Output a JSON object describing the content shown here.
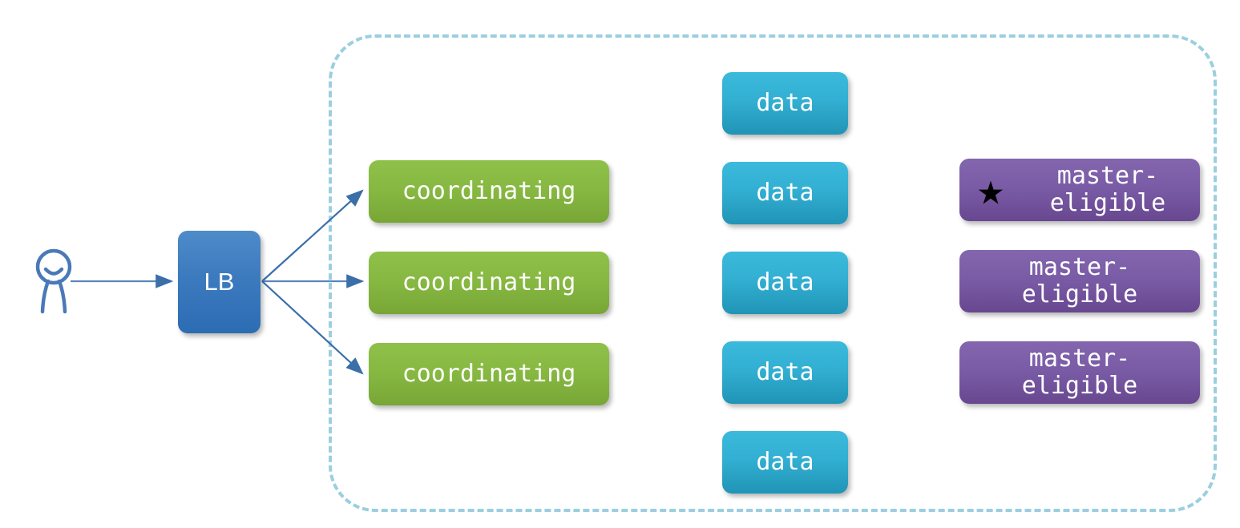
{
  "diagram": {
    "title": "Elasticsearch cluster node roles topology",
    "colors": {
      "cluster_border": "#9BCFDF",
      "coordinating": "#87B942",
      "data": "#32AFD2",
      "master_eligible": "#7A5CA6",
      "load_balancer": "#3E7CC0",
      "connector": "#3A6FA8",
      "client": "#4A79B8",
      "elected_star": "#000000"
    }
  },
  "client": {
    "icon": "user-stick-figure-icon",
    "label": ""
  },
  "load_balancer": {
    "label": "LB",
    "icon": "load-balancer-box"
  },
  "cluster": {
    "label": "",
    "border_style": "dash-dot"
  },
  "connectors": [
    {
      "from": "client",
      "to": "load-balancer",
      "style": "arrow"
    },
    {
      "from": "load-balancer",
      "to": "coordinating-node-1",
      "style": "arrow"
    },
    {
      "from": "load-balancer",
      "to": "coordinating-node-2",
      "style": "arrow"
    },
    {
      "from": "load-balancer",
      "to": "coordinating-node-3",
      "style": "arrow"
    }
  ],
  "columns": {
    "coordinating": {
      "role": "coordinating",
      "nodes": [
        {
          "label": "coordinating",
          "elected": false
        },
        {
          "label": "coordinating",
          "elected": false
        },
        {
          "label": "coordinating",
          "elected": false
        }
      ]
    },
    "data": {
      "role": "data",
      "nodes": [
        {
          "label": "data",
          "elected": false
        },
        {
          "label": "data",
          "elected": false
        },
        {
          "label": "data",
          "elected": false
        },
        {
          "label": "data",
          "elected": false
        }
      ]
    },
    "master_eligible": {
      "role": "master-eligible",
      "nodes": [
        {
          "label": "master-\neligible",
          "elected": true,
          "star": "★"
        },
        {
          "label": "master-\neligible",
          "elected": false,
          "star": ""
        },
        {
          "label": "master-\neligible",
          "elected": false,
          "star": ""
        }
      ]
    }
  }
}
